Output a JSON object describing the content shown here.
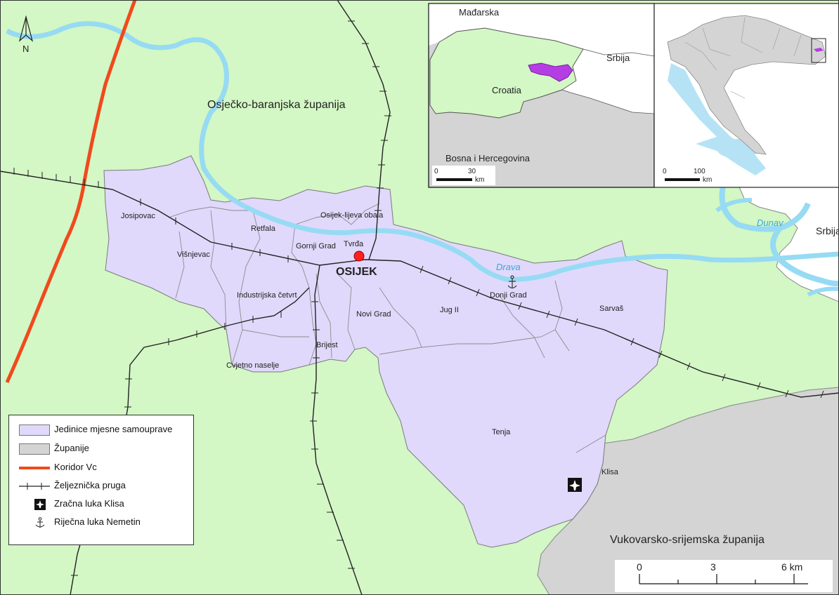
{
  "colors": {
    "land": "#d3f7c5",
    "municipal": "#e0d9fb",
    "county": "#d4d4d4",
    "river": "#96dbf3",
    "corridor": "#f04a1d",
    "rail": "#222222",
    "city_marker": "#ff1f1f",
    "highlight": "#b43ee3"
  },
  "main_map": {
    "region_label": "Osječko-baranjska županija",
    "neighbor_county_label": "Vukovarsko-srijemska županija",
    "neighbor_country_label": "Srbija",
    "city_label": "OSIJEK",
    "drava_label": "Drava",
    "dunav_label": "Dunav",
    "north_label": "N",
    "districts": [
      "Josipovac",
      "Retfala",
      "Osijek-lijeva obala",
      "Gornji Grad",
      "Tvrđa",
      "Višnjevac",
      "Industrijska četvrt",
      "Novi Grad",
      "Jug II",
      "Donji Grad",
      "Sarvaš",
      "Brijest",
      "Cvjetno naselje",
      "Tenja",
      "Klisa"
    ],
    "scale_ticks": [
      "0",
      "3",
      "6 km"
    ]
  },
  "inset_region": {
    "labels": {
      "hungary": "Mađarska",
      "serbia": "Srbija",
      "croatia": "Croatia",
      "bosnia": "Bosna i Hercegovina"
    },
    "scale": {
      "start": "0",
      "end": "30",
      "unit": "km"
    }
  },
  "inset_country": {
    "scale": {
      "start": "0",
      "end": "100",
      "unit": "km"
    }
  },
  "legend": {
    "items": [
      {
        "label": "Jedinice mjesne samouprave",
        "symbol": "municipal-fill"
      },
      {
        "label": "Županije",
        "symbol": "county-fill"
      },
      {
        "label": "Koridor Vc",
        "symbol": "corridor-line"
      },
      {
        "label": "Željeznička pruga",
        "symbol": "rail-line"
      },
      {
        "label": "Zračna luka Klisa",
        "symbol": "airport-icon"
      },
      {
        "label": "Riječna luka Nemetin",
        "symbol": "anchor-icon"
      }
    ]
  }
}
